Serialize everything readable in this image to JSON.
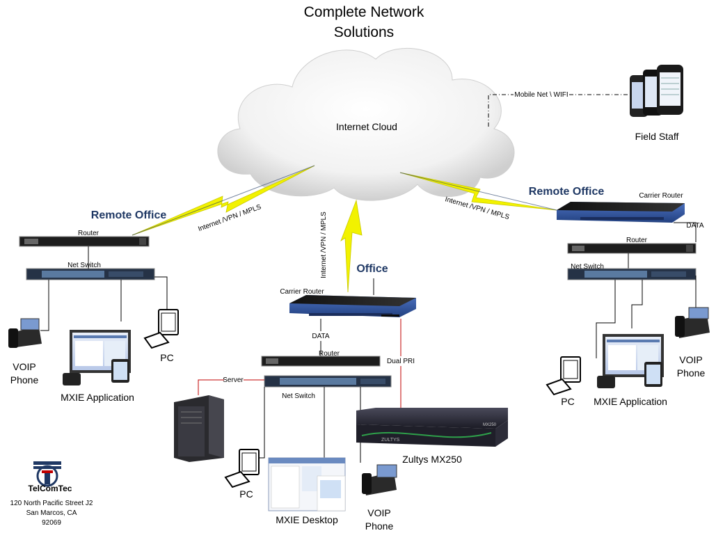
{
  "title_line1": "Complete Network",
  "title_line2": "Solutions",
  "cloud_label": "Internet Cloud",
  "mobile_link": "Mobile Net \\ WIFI",
  "field_staff": "Field Staff",
  "left_remote": {
    "heading": "Remote Office",
    "link": "Internet /VPN / MPLS",
    "router": "Router",
    "net_switch": "Net Switch",
    "voip_1": "VOIP",
    "voip_2": "Phone",
    "mxie_app": "MXIE Application",
    "pc": "PC"
  },
  "office": {
    "heading": "Office",
    "link": "Internet /VPN / MPLS",
    "carrier_router": "Carrier Router",
    "data": "DATA",
    "router": "Router",
    "dual_pri": "Dual PRI",
    "server": "Server",
    "net_switch": "Net Switch",
    "zultys": "Zultys MX250",
    "pc": "PC",
    "mxie_desktop": "MXIE Desktop",
    "voip_1": "VOIP",
    "voip_2": "Phone"
  },
  "right_remote": {
    "heading": "Remote Office",
    "link": "Internet /VPN / MPLS",
    "carrier_router": "Carrier Router",
    "data": "DATA",
    "router": "Router",
    "net_switch": "Net Switch",
    "pc": "PC",
    "mxie_app": "MXIE Application",
    "voip_1": "VOIP",
    "voip_2": "Phone"
  },
  "company": {
    "logo_text": "TelComTec",
    "address_1": "120 North Pacific Street J2",
    "address_2": "San Marcos, CA",
    "address_3": "92069"
  },
  "colors": {
    "lightning": "#f2f200",
    "heading_blue": "#1f3864",
    "carrier_blue": "#3b5fae",
    "server_link": "#c00000"
  }
}
